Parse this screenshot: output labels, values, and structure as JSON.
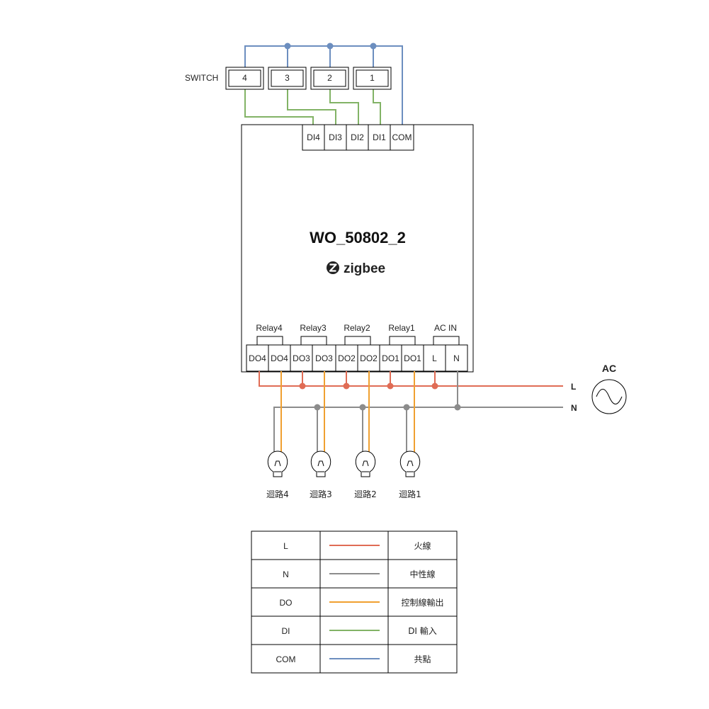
{
  "device": {
    "model": "WO_50802_2",
    "brand": "zigbee",
    "di_terminals": [
      "DI4",
      "DI3",
      "DI2",
      "DI1",
      "COM"
    ],
    "relay_labels": [
      "Relay4",
      "Relay3",
      "Relay2",
      "Relay1",
      "AC IN"
    ],
    "do_terminals": [
      "DO4",
      "DO4",
      "DO3",
      "DO3",
      "DO2",
      "DO2",
      "DO1",
      "DO1",
      "L",
      "N"
    ]
  },
  "switch": {
    "label": "SWITCH",
    "keys": [
      "4",
      "3",
      "2",
      "1"
    ]
  },
  "power": {
    "source_label": "AC",
    "line_L": "L",
    "line_N": "N"
  },
  "loads": [
    "迴路4",
    "迴路3",
    "迴路2",
    "迴路1"
  ],
  "legend": [
    {
      "code": "L",
      "color": "#e06c55",
      "meaning": "火線"
    },
    {
      "code": "N",
      "color": "#8c8c8c",
      "meaning": "中性線"
    },
    {
      "code": "DO",
      "color": "#f0a030",
      "meaning": "控制線輸出"
    },
    {
      "code": "DI",
      "color": "#82b366",
      "meaning": "DI 輸入"
    },
    {
      "code": "COM",
      "color": "#6c8ebf",
      "meaning": "共點"
    }
  ],
  "colors": {
    "live": "#e06c55",
    "neutral": "#8c8c8c",
    "do": "#f0a030",
    "di": "#82b366",
    "com": "#6c8ebf"
  }
}
